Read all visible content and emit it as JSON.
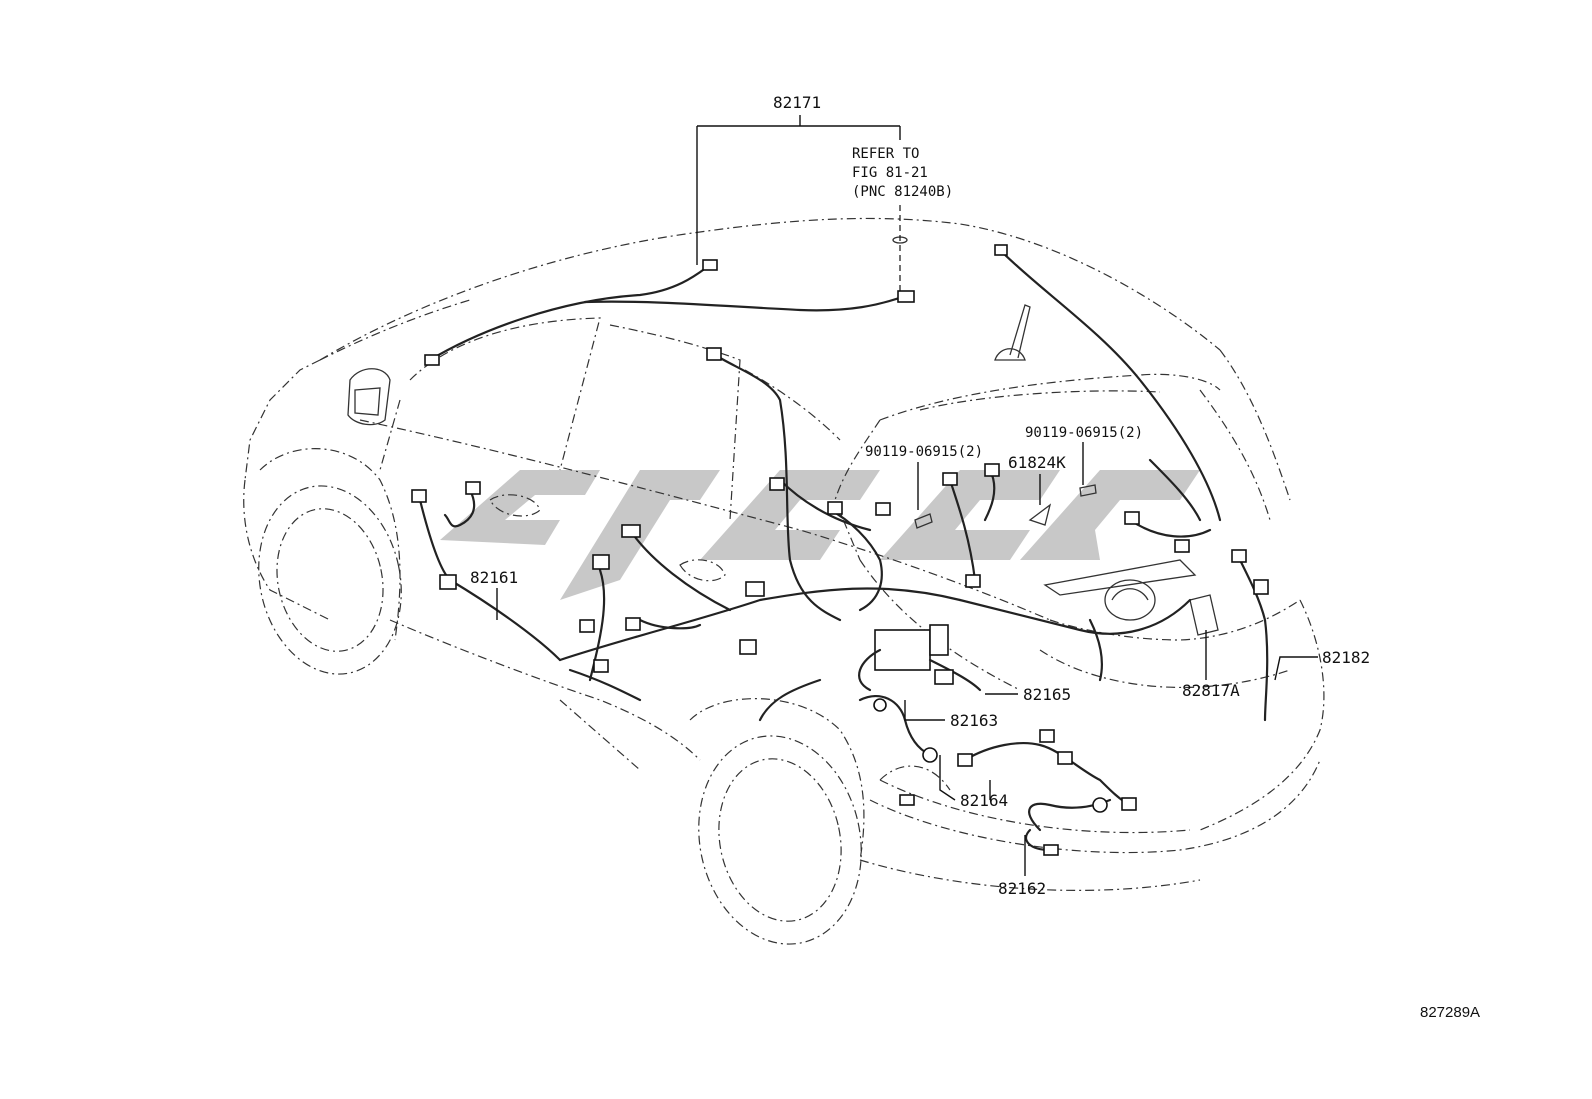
{
  "diagram": {
    "labels": {
      "p82171": "82171",
      "refer_line1": "REFER TO",
      "refer_line2": "FIG 81-21",
      "refer_line3": "(PNC 81240B)",
      "bolt_left": "90119-06915(2)",
      "bolt_right": "90119-06915(2)",
      "p61824k": "61824K",
      "p82161": "82161",
      "p82165": "82165",
      "p82163": "82163",
      "p82817a": "82817A",
      "p82182": "82182",
      "p82164": "82164",
      "p82162": "82162",
      "figure_code": "827289A"
    },
    "colors": {
      "line": "#333333",
      "watermark": "#9a9a9a",
      "background": "#ffffff"
    }
  }
}
